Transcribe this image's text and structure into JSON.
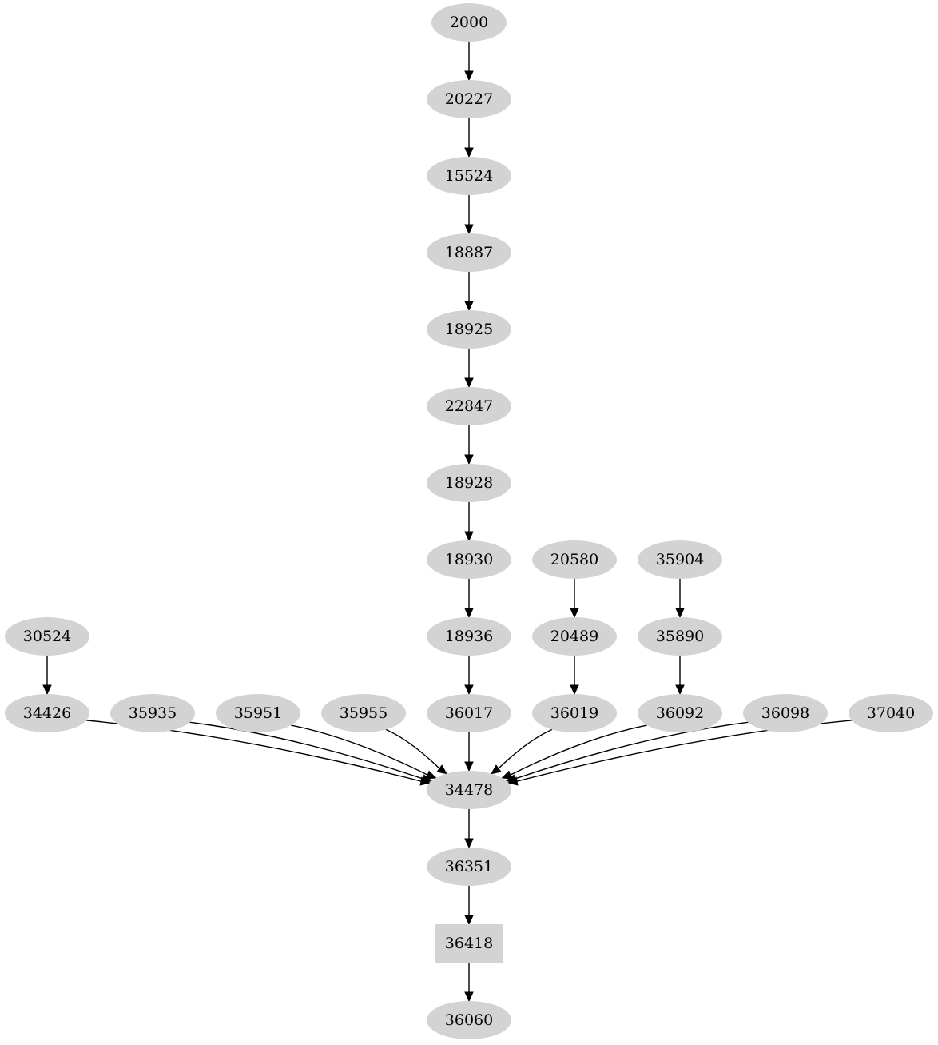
{
  "diagram": {
    "type": "directed-graph",
    "colors": {
      "node_fill": "#d3d3d3",
      "edge": "#000000",
      "label": "#000000",
      "background": "#ffffff"
    },
    "nodes": [
      {
        "id": "n2000",
        "label": "2000",
        "shape": "ellipse"
      },
      {
        "id": "n20227",
        "label": "20227",
        "shape": "ellipse"
      },
      {
        "id": "n15524",
        "label": "15524",
        "shape": "ellipse"
      },
      {
        "id": "n18887",
        "label": "18887",
        "shape": "ellipse"
      },
      {
        "id": "n18925",
        "label": "18925",
        "shape": "ellipse"
      },
      {
        "id": "n22847",
        "label": "22847",
        "shape": "ellipse"
      },
      {
        "id": "n18928",
        "label": "18928",
        "shape": "ellipse"
      },
      {
        "id": "n18930",
        "label": "18930",
        "shape": "ellipse"
      },
      {
        "id": "n20580",
        "label": "20580",
        "shape": "ellipse"
      },
      {
        "id": "n35904",
        "label": "35904",
        "shape": "ellipse"
      },
      {
        "id": "n30524",
        "label": "30524",
        "shape": "ellipse"
      },
      {
        "id": "n18936",
        "label": "18936",
        "shape": "ellipse"
      },
      {
        "id": "n20489",
        "label": "20489",
        "shape": "ellipse"
      },
      {
        "id": "n35890",
        "label": "35890",
        "shape": "ellipse"
      },
      {
        "id": "n34426",
        "label": "34426",
        "shape": "ellipse"
      },
      {
        "id": "n35935",
        "label": "35935",
        "shape": "ellipse"
      },
      {
        "id": "n35951",
        "label": "35951",
        "shape": "ellipse"
      },
      {
        "id": "n35955",
        "label": "35955",
        "shape": "ellipse"
      },
      {
        "id": "n36017",
        "label": "36017",
        "shape": "ellipse"
      },
      {
        "id": "n36019",
        "label": "36019",
        "shape": "ellipse"
      },
      {
        "id": "n36092",
        "label": "36092",
        "shape": "ellipse"
      },
      {
        "id": "n36098",
        "label": "36098",
        "shape": "ellipse"
      },
      {
        "id": "n37040",
        "label": "37040",
        "shape": "ellipse"
      },
      {
        "id": "n34478",
        "label": "34478",
        "shape": "ellipse"
      },
      {
        "id": "n36351",
        "label": "36351",
        "shape": "ellipse"
      },
      {
        "id": "n36418",
        "label": "36418",
        "shape": "box"
      },
      {
        "id": "n36060",
        "label": "36060",
        "shape": "ellipse"
      }
    ],
    "edges": [
      {
        "from": "n2000",
        "to": "n20227"
      },
      {
        "from": "n20227",
        "to": "n15524"
      },
      {
        "from": "n15524",
        "to": "n18887"
      },
      {
        "from": "n18887",
        "to": "n18925"
      },
      {
        "from": "n18925",
        "to": "n22847"
      },
      {
        "from": "n22847",
        "to": "n18928"
      },
      {
        "from": "n18928",
        "to": "n18930"
      },
      {
        "from": "n18930",
        "to": "n18936"
      },
      {
        "from": "n20580",
        "to": "n20489"
      },
      {
        "from": "n35904",
        "to": "n35890"
      },
      {
        "from": "n30524",
        "to": "n34426"
      },
      {
        "from": "n18936",
        "to": "n36017"
      },
      {
        "from": "n20489",
        "to": "n36019"
      },
      {
        "from": "n35890",
        "to": "n36092"
      },
      {
        "from": "n34426",
        "to": "n34478"
      },
      {
        "from": "n35935",
        "to": "n34478"
      },
      {
        "from": "n35951",
        "to": "n34478"
      },
      {
        "from": "n35955",
        "to": "n34478"
      },
      {
        "from": "n36017",
        "to": "n34478"
      },
      {
        "from": "n36019",
        "to": "n34478"
      },
      {
        "from": "n36092",
        "to": "n34478"
      },
      {
        "from": "n36098",
        "to": "n34478"
      },
      {
        "from": "n37040",
        "to": "n34478"
      },
      {
        "from": "n34478",
        "to": "n36351"
      },
      {
        "from": "n36351",
        "to": "n36418"
      },
      {
        "from": "n36418",
        "to": "n36060"
      }
    ]
  }
}
